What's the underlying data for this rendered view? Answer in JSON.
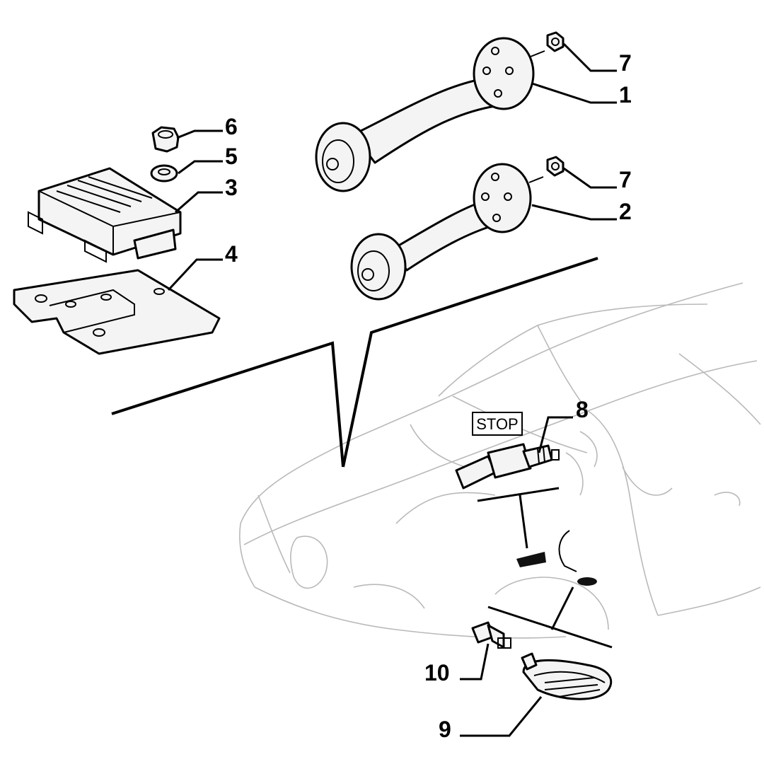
{
  "stop_label": "STOP",
  "callouts": [
    {
      "id": "c1",
      "label": "1",
      "part": "horn-high"
    },
    {
      "id": "c2",
      "label": "2",
      "part": "horn-low"
    },
    {
      "id": "c3",
      "label": "3",
      "part": "control-unit"
    },
    {
      "id": "c4",
      "label": "4",
      "part": "mounting-bracket"
    },
    {
      "id": "c5",
      "label": "5",
      "part": "washer"
    },
    {
      "id": "c6",
      "label": "6",
      "part": "nut"
    },
    {
      "id": "c7a",
      "label": "7",
      "part": "horn-nut-upper"
    },
    {
      "id": "c7b",
      "label": "7",
      "part": "horn-nut-lower"
    },
    {
      "id": "c8",
      "label": "8",
      "part": "brake-light-switch"
    },
    {
      "id": "c9",
      "label": "9",
      "part": "side-repeater-lamp"
    },
    {
      "id": "c10",
      "label": "10",
      "part": "bulb"
    }
  ]
}
